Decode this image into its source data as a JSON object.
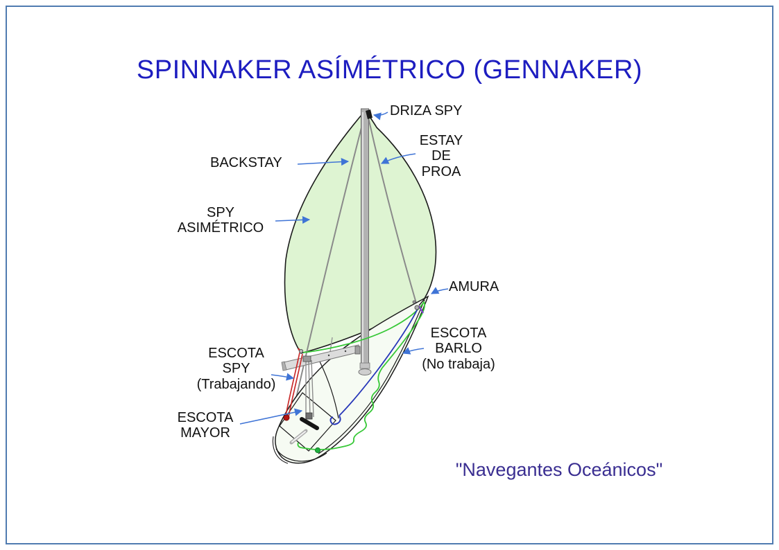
{
  "title": "SPINNAKER ASÍMÉTRICO (GENNAKER)",
  "credit": "\"Navegantes Oceánicos\"",
  "labels": {
    "driza": {
      "text": "DRIZA SPY"
    },
    "estay": {
      "text": "ESTAY\nDE\nPROA"
    },
    "backstay": {
      "text": "BACKSTAY"
    },
    "spy_asimetrico": {
      "text": "SPY\nASIMÉTRICO"
    },
    "amura": {
      "text": "AMURA"
    },
    "escota_barlo": {
      "text": "ESCOTA\nBARLO\n(No trabaja)"
    },
    "escota_spy": {
      "text": "ESCOTA\nSPY\n(Trabajando)"
    },
    "escota_mayor": {
      "text": "ESCOTA\nMAYOR"
    }
  },
  "colors": {
    "title_text": "#1d1dc0",
    "label_text": "#111111",
    "credit_text": "#3a2e91",
    "arrow_blue": "#3f74d6",
    "frame_border": "#4f7bb0",
    "sail_fill": "#def4d2",
    "deck_fill": "#f6fbf3",
    "mast_grey": "#b2b2b2",
    "rope_red": "#c92a2a",
    "rope_green": "#37c837",
    "rope_blue": "#2636b8"
  }
}
